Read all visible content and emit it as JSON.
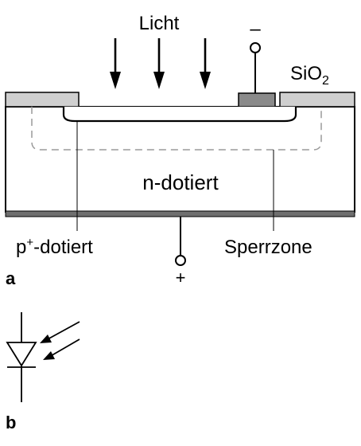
{
  "diagram": {
    "light_label": "Licht",
    "oxide_label_main": "SiO",
    "oxide_label_sub": "2",
    "n_region_label": "n-dotiert",
    "p_label_prefix": "p",
    "p_label_sup": "+",
    "p_label_suffix": "-dotiert",
    "depletion_label": "Sperrzone",
    "top_terminal_sign": "–",
    "bottom_terminal_sign": "+",
    "panel_a": "a",
    "panel_b": "b"
  },
  "colors": {
    "line": "#000000",
    "oxide_fill": "#cfcfcf",
    "contact_fill": "#8a8a8a",
    "back_contact": "#6f6f6f",
    "depletion_dash": "#9a9a9a",
    "background": "#ffffff"
  }
}
